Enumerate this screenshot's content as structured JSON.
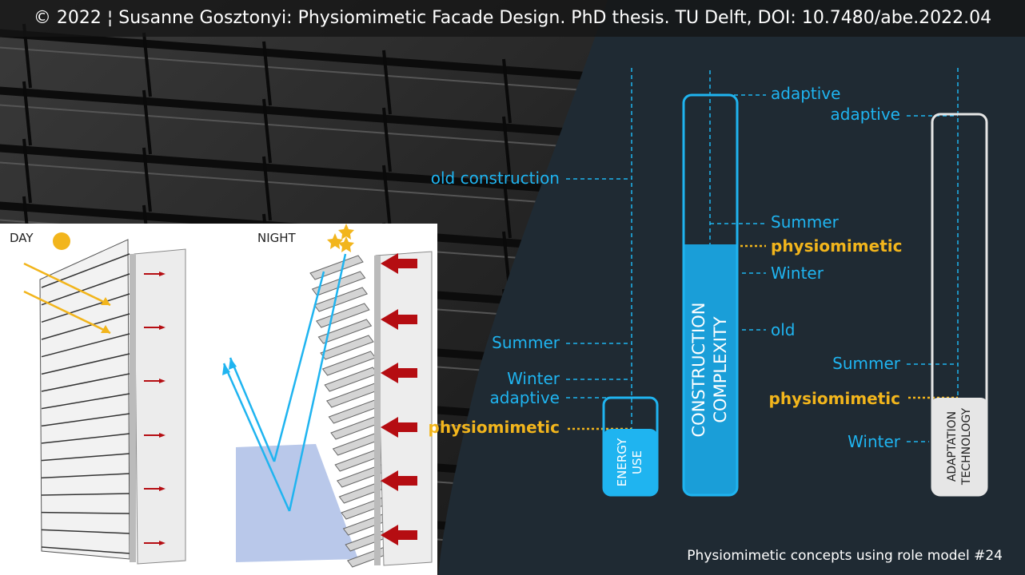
{
  "header": {
    "credit": "© 2022 ¦  Susanne Gosztonyi: Physiomimetic Facade Design. PhD thesis. TU Delft, DOI: 10.7480/abe.2022.04"
  },
  "illustration": {
    "day_label": "DAY",
    "night_label": "NIGHT"
  },
  "energy": {
    "bar_label": [
      "ENERGY",
      "USE"
    ],
    "levels": {
      "old_construction": "old construction",
      "summer": "Summer",
      "winter": "Winter",
      "adaptive": "adaptive",
      "physiomimetic": "physiomimetic"
    }
  },
  "construction": {
    "bar_label": [
      "CONSTRUCTION",
      "COMPLEXITY"
    ],
    "levels": {
      "adaptive": "adaptive",
      "summer": "Summer",
      "physiomimetic": "physiomimetic",
      "winter": "Winter",
      "old": "old"
    }
  },
  "adaptation": {
    "bar_label": [
      "ADAPTATION",
      "TECHNOLOGY"
    ],
    "levels": {
      "adaptive": "adaptive",
      "summer": "Summer",
      "physiomimetic": "physiomimetic",
      "winter": "Winter"
    }
  },
  "footer": {
    "caption": "Physiomimetic concepts using role model #24"
  },
  "colors": {
    "accent_blue": "#1fb4f0",
    "fill_blue": "#1a9ed8",
    "gold": "#f2b51c",
    "dark_bg": "#1f2a33",
    "arrow_red": "#b50d12"
  }
}
